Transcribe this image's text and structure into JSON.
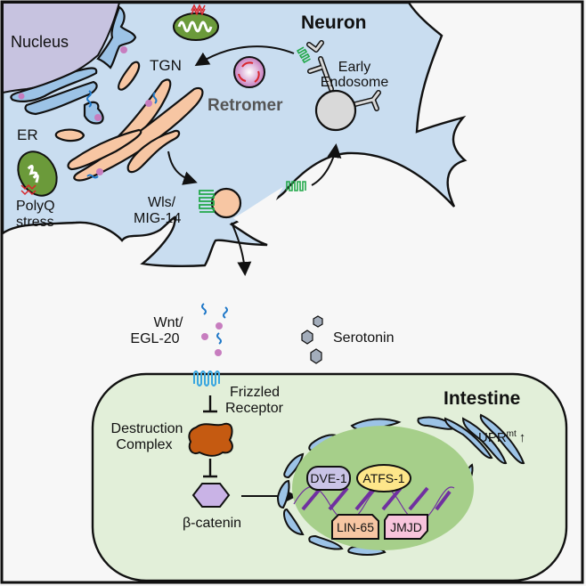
{
  "title": "Neuron-to-intestine Wnt signaling and UPRmt",
  "regions": {
    "neuron": "Neuron",
    "intestine": "Intestine"
  },
  "neuron_labels": {
    "nucleus": "Nucleus",
    "tgn": "TGN",
    "retromer": "Retromer",
    "er": "ER",
    "polyq_line1": "PolyQ",
    "polyq_line2": "stress",
    "wls_line1": "Wls/",
    "wls_line2": "MIG-14",
    "early_endosome_line1": "Early",
    "early_endosome_line2": "Endosome"
  },
  "extracellular_labels": {
    "wnt_line1": "Wnt/",
    "wnt_line2": "EGL-20",
    "serotonin": "Serotonin"
  },
  "intestine_labels": {
    "frizzled_line1": "Frizzled",
    "frizzled_line2": "Receptor",
    "destruction_line1": "Destruction",
    "destruction_line2": "Complex",
    "beta_catenin": "β-catenin",
    "upr_main": "UPR",
    "upr_sup": "mt",
    "upr_arrow": "↑"
  },
  "nuclear_factors": [
    {
      "label": "DVE-1",
      "color": "#c9c3e6"
    },
    {
      "label": "ATFS-1",
      "color": "#fde68a"
    },
    {
      "label": "LIN-65",
      "color": "#f7c6a3"
    },
    {
      "label": "JMJD",
      "color": "#f7c4dc"
    }
  ],
  "colors": {
    "neuron_fill": "#c9ddf0",
    "nucleus_fill": "#c7c3e0",
    "er_fill": "#9cc3e6",
    "golgi_fill": "#f7c6a3",
    "mito_fill": "#6b9a3a",
    "intestine_fill": "#e2efd9",
    "intestine_nucleus_fill": "#a6cf8a",
    "destruction_fill": "#c55a11",
    "catenin_fill": "#c9b3e6",
    "wnt_blue": "#1f78c8",
    "wnt_pink": "#c77dbf",
    "frizzled_blue": "#3aa7e0",
    "wls_green": "#22a84a",
    "polyq_red": "#d9262c",
    "endosome_fill": "#d9d9d9",
    "serotonin_fill": "#a3adbb",
    "dna_purple": "#7030a0",
    "background": "#f7f7f7"
  }
}
